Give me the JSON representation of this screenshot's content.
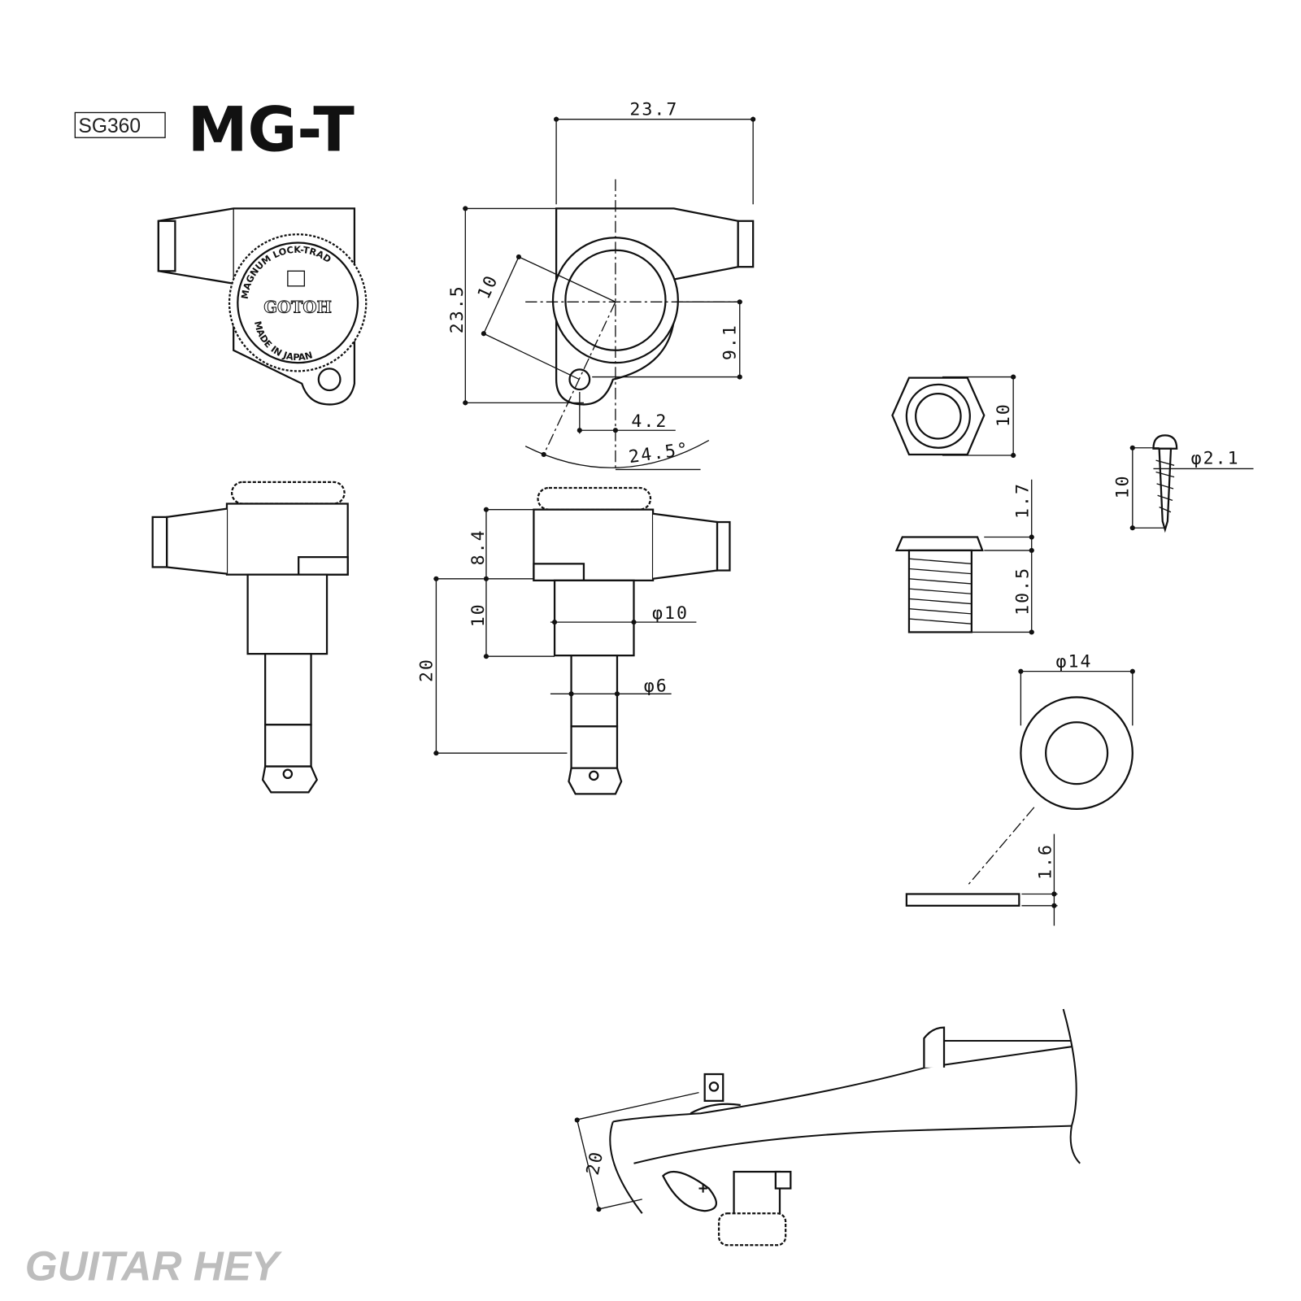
{
  "header": {
    "model_code": "SG360",
    "logo": "MG-T"
  },
  "badge": {
    "top_text": "MAGNUM LOCK-TRAD",
    "brand": "GOTOH",
    "bottom_text": "MADE IN JAPAN"
  },
  "dimensions": {
    "width_top": "23.7",
    "height_side": "23.5",
    "radius_hole": "10",
    "offset_hole": "9.1",
    "hole_offset_x": "4.2",
    "angle": "24.5°",
    "housing_height": "8.4",
    "bushing_height": "10",
    "post_height": "20",
    "bushing_dia": "φ10",
    "post_dia": "φ6",
    "nut_width": "10",
    "nut_flange": "1.7",
    "nut_thread": "10.5",
    "screw_dia": "φ2.1",
    "screw_length": "10",
    "washer_dia": "φ14",
    "washer_thickness": "1.6",
    "neck_post": "20"
  },
  "watermark": "GUITAR HEY"
}
